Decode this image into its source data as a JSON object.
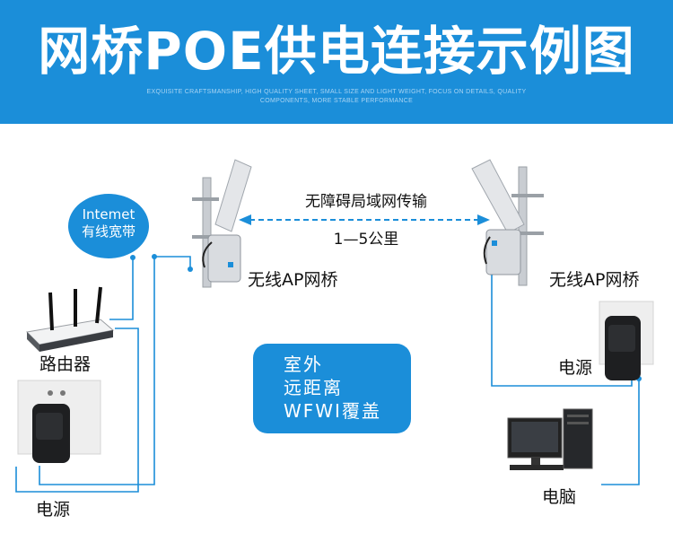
{
  "header": {
    "title": "网桥POE供电连接示例图",
    "subtitle": "EXQUISITE CRAFTSMANSHIP, HIGH QUALITY SHEET, SMALL SIZE AND LIGHT WEIGHT, FOCUS ON DETAILS, QUALITY COMPONENTS, MORE STABLE PERFORMANCE"
  },
  "internet": {
    "line1": "Intemet",
    "line2": "有线宽带"
  },
  "labels": {
    "router": "路由器",
    "power_left": "电源",
    "bridge_left": "无线AP网桥",
    "bridge_right": "无线AP网桥",
    "power_right": "电源",
    "computer": "电脑"
  },
  "link": {
    "lan": "无障碍局域网传输",
    "distance": "1—5公里"
  },
  "features": [
    "室外",
    "远距离",
    "WFWI覆盖"
  ],
  "colors": {
    "accent": "#1b8ed9",
    "cable": "#1b8ed9"
  }
}
